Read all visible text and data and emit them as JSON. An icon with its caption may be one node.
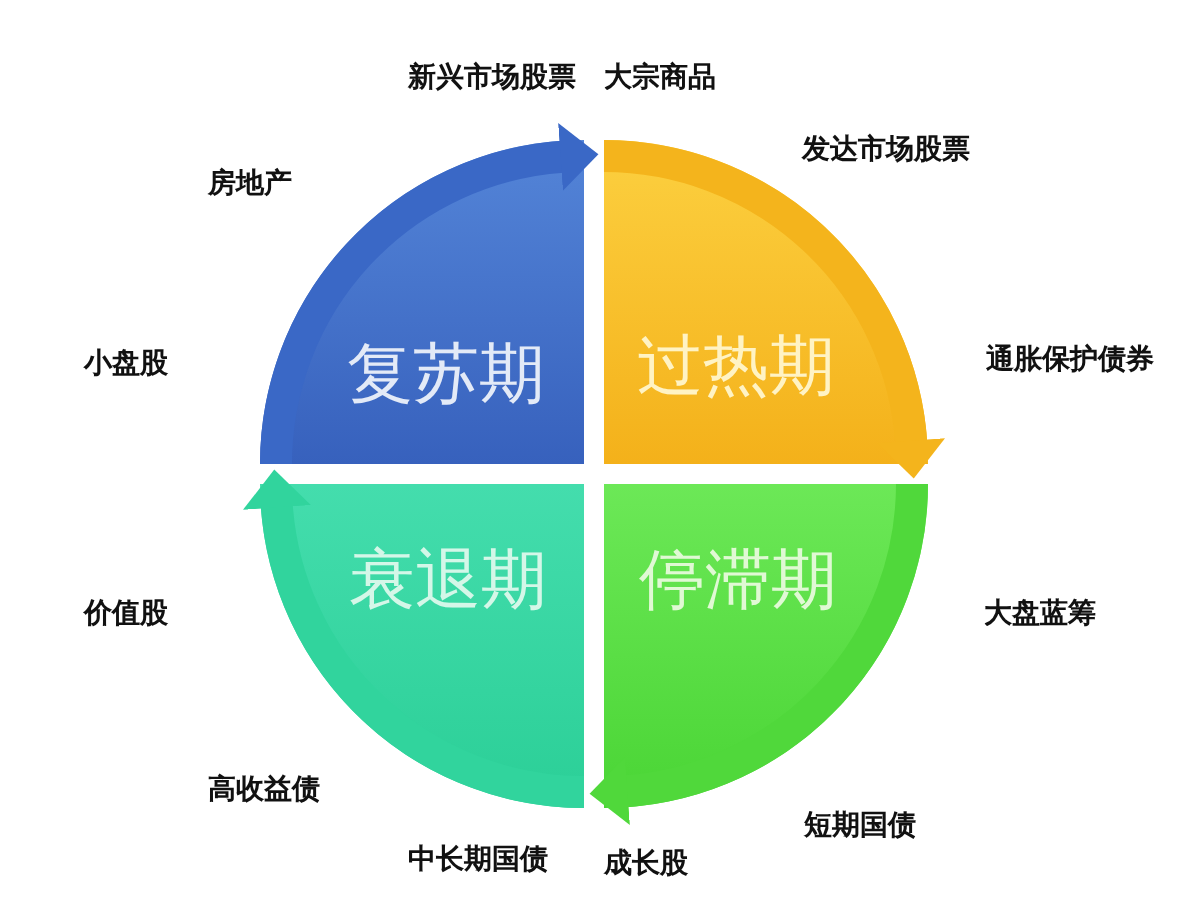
{
  "diagram": {
    "nodes": [
      {
        "text": [
          "复苏期"
        ]
      },
      {
        "text": [
          "过热期"
        ]
      },
      {
        "text": [
          "衰退期"
        ]
      },
      {
        "text": [
          "停滞期"
        ]
      }
    ],
    "edges": [
      {
        "from": 0,
        "to": 1,
        "arrow": "to",
        "color": "#3a68c6"
      },
      {
        "from": 1,
        "to": 3,
        "arrow": "to",
        "color": "#f4b41c"
      },
      {
        "from": 3,
        "to": 2,
        "arrow": "to",
        "color": "#50d83b"
      },
      {
        "from": 2,
        "to": 0,
        "arrow": "to",
        "color": "#31d49d"
      }
    ],
    "labels": [
      "新兴市场股票",
      "大宗商品",
      "发达市场股票",
      "房地产",
      "小盘股",
      "通胀保护债券",
      "价值股",
      "大盘蓝筹",
      "高收益债",
      "短期国债",
      "中长期国债",
      "成长股"
    ]
  }
}
